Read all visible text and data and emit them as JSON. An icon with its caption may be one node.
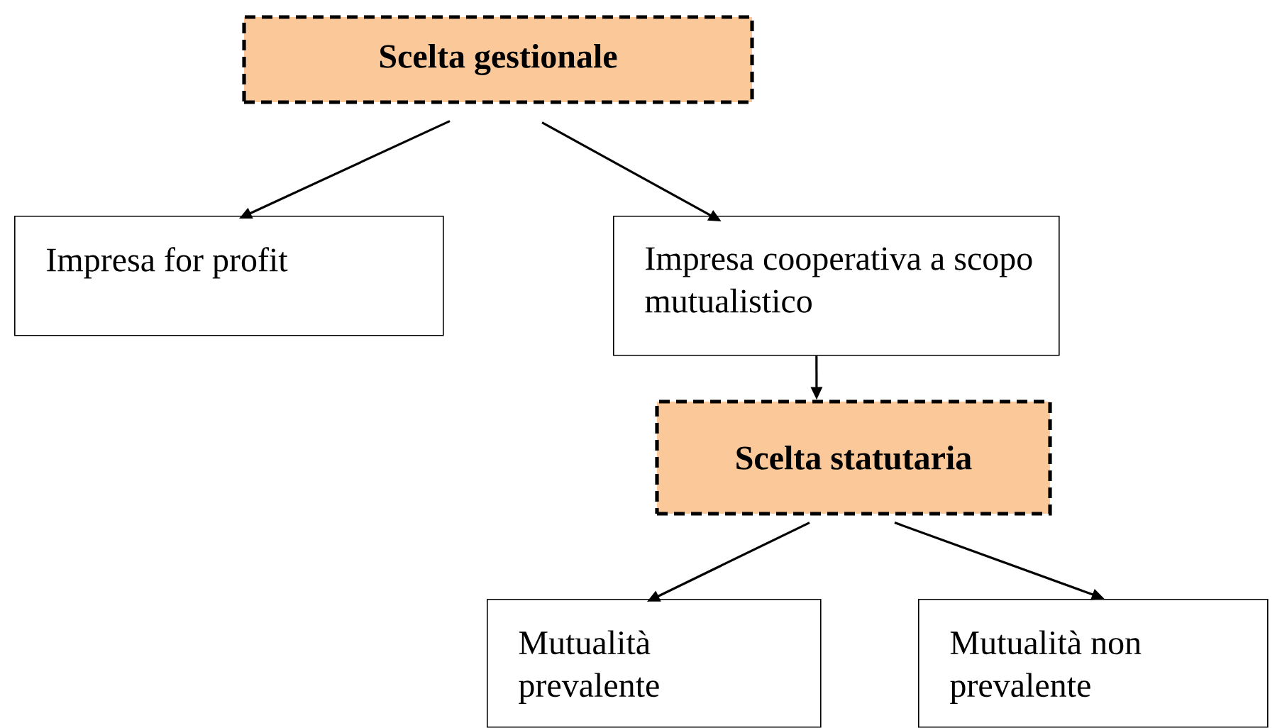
{
  "diagram": {
    "nodes": [
      {
        "text": [
          "Scelta gestionale"
        ]
      },
      {
        "text": [
          "Impresa for profit"
        ]
      },
      {
        "text": [
          "Impresa cooperativa a scopo mutualistico"
        ]
      },
      {
        "text": [
          "Scelta statutaria"
        ]
      },
      {
        "text": [
          "Mutualità prevalente"
        ]
      },
      {
        "text": [
          "Mutualità non prevalente"
        ]
      }
    ],
    "edges": [
      {
        "from": 0,
        "to": 1,
        "arrow": "to"
      },
      {
        "from": 0,
        "to": 2,
        "arrow": "to"
      },
      {
        "from": 2,
        "to": 3,
        "arrow": "to"
      },
      {
        "from": 3,
        "to": 4,
        "arrow": "to"
      },
      {
        "from": 3,
        "to": 5,
        "arrow": "to"
      }
    ]
  }
}
